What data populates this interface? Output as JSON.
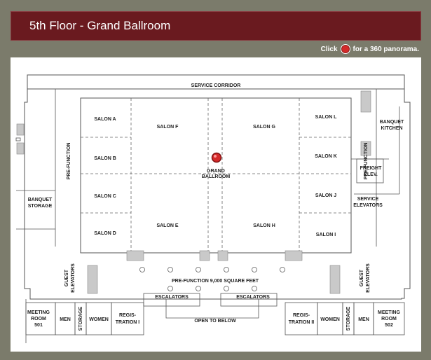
{
  "header": {
    "title": "5th Floor - Grand Ballroom"
  },
  "hint": {
    "before": "Click",
    "after": "for a 360 panorama."
  },
  "map": {
    "service_corridor": "SERVICE CORRIDOR",
    "salons": {
      "a": "SALON A",
      "b": "SALON B",
      "c": "SALON C",
      "d": "SALON D",
      "e": "SALON E",
      "f": "SALON F",
      "g": "SALON G",
      "h": "SALON H",
      "i": "SALON I",
      "j": "SALON J",
      "k": "SALON K",
      "l": "SALON L"
    },
    "grand_ballroom": [
      "GRAND",
      "BALLROOM"
    ],
    "prefunction_left": "PRE-FUNCTION",
    "prefunction_right": "PRE-FUNCTION",
    "prefunction_main": "PRE-FUNCTION 9,000 SQUARE FEET",
    "banquet_storage": [
      "BANQUET",
      "STORAGE"
    ],
    "banquet_kitchen": [
      "BANQUET",
      "KITCHEN"
    ],
    "freight_elev": [
      "FREIGHT",
      "ELEV."
    ],
    "service_elevators": [
      "SERVICE",
      "ELEVATORS"
    ],
    "guest_elevators_left": [
      "GUEST",
      "ELEVATORS"
    ],
    "guest_elevators_right": [
      "GUEST",
      "ELEVATORS"
    ],
    "escalators_left": "ESCALATORS",
    "escalators_right": "ESCALATORS",
    "open_to_below": "OPEN TO BELOW",
    "meeting_room_501": [
      "MEETING",
      "ROOM",
      "501"
    ],
    "meeting_room_502": [
      "MEETING",
      "ROOM",
      "502"
    ],
    "men_left": "MEN",
    "men_right": "MEN",
    "women_left": "WOMEN",
    "women_right": "WOMEN",
    "storage_left": "STORAGE",
    "storage_right": "STORAGE",
    "registration_1": [
      "REGIS-",
      "TRATION I"
    ],
    "registration_2": [
      "REGIS-",
      "TRATION II"
    ]
  },
  "colors": {
    "header_bg": "#6a1a1f",
    "marker": "#d42a2a",
    "frame": "#7b7b6b"
  }
}
